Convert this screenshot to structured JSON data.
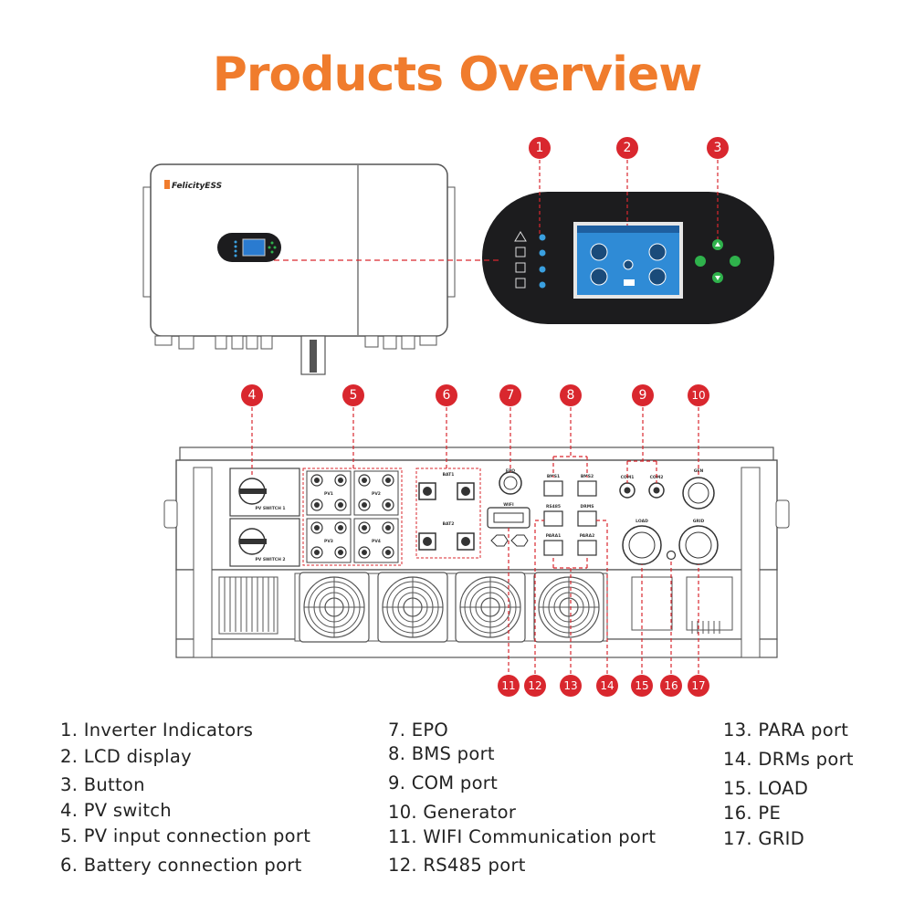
{
  "title": "Products Overview",
  "brand": "FelicityESS",
  "accent_color": "#f07c2d",
  "badge_color": "#d9272e",
  "legend": {
    "col1": [
      "1. Inverter Indicators",
      "2. LCD display",
      "3. Button",
      "4. PV switch",
      "5. PV input connection port",
      "6. Battery connection port"
    ],
    "col2": [
      "7. EPO",
      "8. BMS port",
      "9. COM port",
      "10. Generator",
      "11. WIFI Communication port",
      "12. RS485 port"
    ],
    "col3": [
      "13. PARA port",
      "14. DRMs port",
      "15. LOAD",
      "16. PE",
      "17. GRID"
    ]
  },
  "badges": [
    "1",
    "2",
    "3",
    "4",
    "5",
    "6",
    "7",
    "8",
    "9",
    "10",
    "11",
    "12",
    "13",
    "14",
    "15",
    "16",
    "17"
  ],
  "panel_labels": {
    "pv_switch_1": "PV SWITCH 1",
    "pv_switch_2": "PV SWITCH 2",
    "pv1": "PV1",
    "pv2": "PV2",
    "pv3": "PV3",
    "pv4": "PV4",
    "bat1": "BAT1",
    "bat2": "BAT2",
    "epo": "EPO",
    "wifi": "WIFI",
    "bms1": "BMS1",
    "bms2": "BMS2",
    "rs485": "RS485",
    "drms": "DRMS",
    "para1": "PARA1",
    "para2": "PARA2",
    "com1": "COM1",
    "com2": "COM2",
    "gen": "GEN",
    "load": "LOAD",
    "grid": "GRID"
  }
}
